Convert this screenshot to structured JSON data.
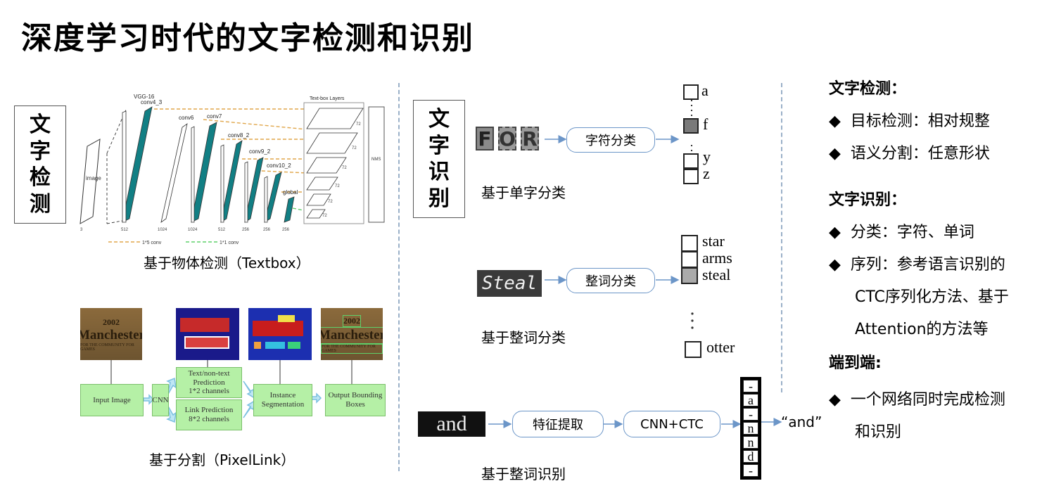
{
  "title": "深度学习时代的文字检测和识别",
  "detection": {
    "label_chars": [
      "文",
      "字",
      "检",
      "测"
    ],
    "textbox": {
      "caption": "基于物体检测（Textbox）",
      "labels": {
        "vgg": "VGG-16",
        "conv4": "conv4_3",
        "conv6": "conv6",
        "conv7": "conv7",
        "conv8": "conv8_2",
        "conv9": "conv9_2",
        "conv10": "conv10_2",
        "global": "global",
        "layers": "Text-box Layers",
        "nms": "NMS",
        "image": "image",
        "legend1": "1*5 conv",
        "legend2": "1*1 conv"
      },
      "dims": [
        "3",
        "512",
        "1024",
        "1024",
        "512",
        "256",
        "256",
        "256"
      ],
      "layer_dims": [
        "72",
        "72",
        "72",
        "72",
        "72",
        "72"
      ]
    },
    "pixellink": {
      "caption": "基于分割（PixelLink）",
      "photo_year": "2002",
      "photo_word": "Manchester",
      "photo_sub": "FOR THE COMMUNITY FOR GAMES",
      "input": "Input Image",
      "cnn": "CNN",
      "pred1_line1": "Text/non-text Prediction",
      "pred1_line2": "1*2 channels",
      "pred2_line1": "Link Prediction",
      "pred2_line2": "8*2 channels",
      "seg": "Instance Segmentation",
      "out": "Output Bounding Boxes"
    }
  },
  "recognition": {
    "label_chars": [
      "文",
      "字",
      "识",
      "别"
    ],
    "row1": {
      "letters": [
        "F",
        "O",
        "R"
      ],
      "pill": "字符分类",
      "caption": "基于单字分类",
      "options": [
        "a",
        "f",
        "y",
        "z"
      ]
    },
    "row2": {
      "word": "Steal",
      "pill": "整词分类",
      "caption": "基于整词分类",
      "options": [
        "star",
        "arms",
        "steal"
      ],
      "last": "otter"
    },
    "row3": {
      "word": "and",
      "pill1": "特征提取",
      "pill2": "CNN+CTC",
      "cells": [
        "-",
        "a",
        "-",
        "n",
        "n",
        "d",
        "-"
      ],
      "result": "“and”",
      "caption": "基于整词识别"
    }
  },
  "notes": {
    "det_heading": "文字检测：",
    "det_items": [
      "目标检测：相对规整",
      "语义分割：任意形状"
    ],
    "rec_heading": "文字识别：",
    "rec_item1": "分类：字符、单词",
    "rec_item2_lines": [
      "序列：参考语言识别的",
      "CTC序列化方法、基于",
      "Attention的方法等"
    ],
    "e2e_heading": "端到端:",
    "e2e_item_lines": [
      "一个网络同时完成检测",
      "和识别"
    ],
    "bullet": "◆"
  },
  "colors": {
    "teal": "#127f84",
    "arrow": "#6c96c8",
    "orange_dash": "#e0a64a",
    "green_dash": "#5fd06a",
    "green_box": "#b5f0a6"
  }
}
